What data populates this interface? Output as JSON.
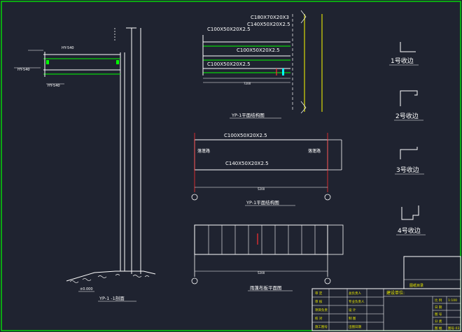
{
  "colors": {
    "background": "#1f2330",
    "frame": "#00ff00",
    "structure": "#ffffff",
    "column": "#ffff00",
    "accent": "#ff3030",
    "cyan": "#00ffff"
  },
  "section_view": {
    "tag_top": "HY-540",
    "tag_left": "HY-540",
    "tag_bottom": "HY-540",
    "ground_label": "±0.000",
    "title": "YP-1 -1剖面"
  },
  "plan_upper": {
    "labels": [
      "C180X70X20X3",
      "C140X50X20X2.5",
      "C100X50X20X2.5",
      "C100X50X20X2.5",
      "C100X50X20X2.5"
    ],
    "dim": "7200",
    "title": "YP-1平面结构图"
  },
  "plan_middle": {
    "top_label": "C100X50X20X2.5",
    "left_label": "落蓬路",
    "right_label": "落蓬路",
    "bottom_label": "C140X50X20X2.5",
    "dim": "5200",
    "title": "YP-1平面结构图"
  },
  "plan_lower": {
    "dim": "5200",
    "title": "雨蓬布板平面图"
  },
  "edges": [
    "1号收边",
    "2号收边",
    "3号收边",
    "4号收边"
  ],
  "title_block": {
    "header": "建设单位:",
    "stamp": "图纸目录",
    "left_rows": [
      [
        "审  定",
        "总负责人"
      ],
      [
        "审  核",
        "专业负责人"
      ],
      [
        "项目负责",
        "设  计"
      ],
      [
        "校  对",
        "制  图"
      ],
      [
        "施工图号",
        "出图日期"
      ]
    ],
    "right_rows": [
      [
        "比 例",
        "1:100"
      ],
      [
        "日 期",
        ""
      ],
      [
        "图 号",
        ""
      ],
      [
        "分 类",
        ""
      ],
      [
        "图 幅",
        "图号-03"
      ]
    ]
  }
}
